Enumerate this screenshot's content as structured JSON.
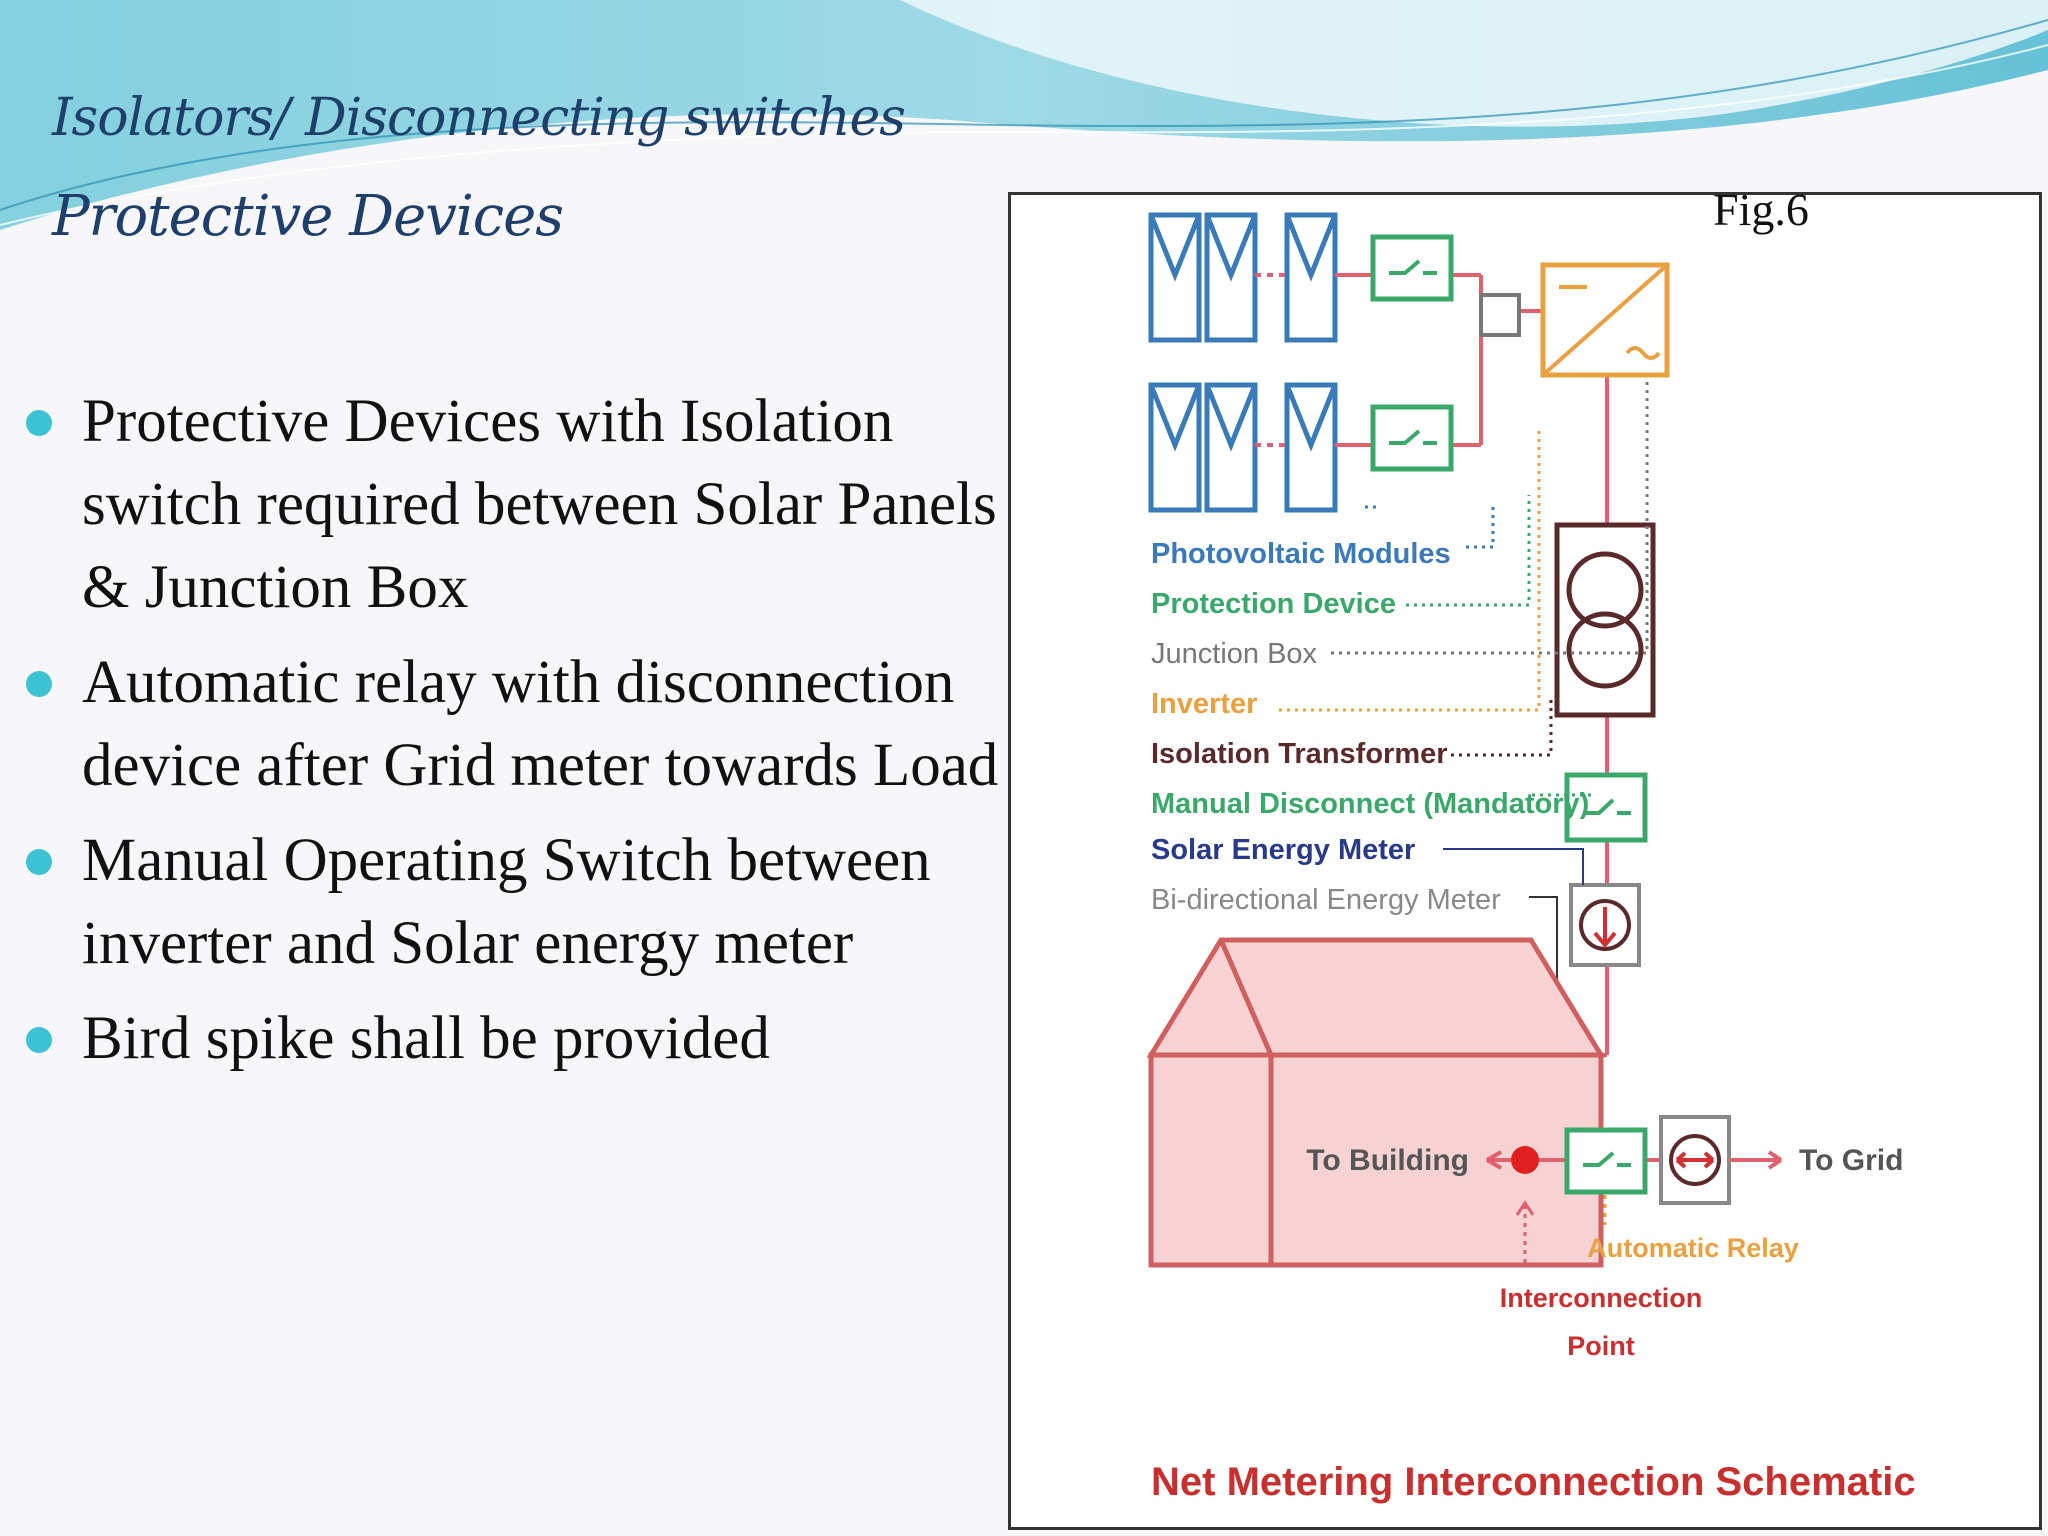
{
  "slide": {
    "title_line1": "Isolators/ Disconnecting switches",
    "title_line2": "Protective Devices",
    "bullets": [
      "Protective Devices with Isolation switch required between Solar Panels & Junction Box",
      "Automatic relay with disconnection device after Grid meter towards Load",
      "Manual Operating Switch between  inverter and Solar energy meter",
      "Bird spike shall be provided"
    ],
    "bullet_color": "#3cc3d3",
    "title_color": "#1f3f6b"
  },
  "figure": {
    "fig_label": "Fig.6",
    "caption": "Net Metering Interconnection Schematic",
    "legend": {
      "pv_modules": "Photovoltaic Modules",
      "protection_device": "Protection Device",
      "junction_box": "Junction Box",
      "inverter": "Inverter",
      "isolation_transformer": "Isolation Transformer",
      "manual_disconnect": "Manual Disconnect (Mandatory)",
      "solar_meter": "Solar Energy Meter",
      "bidirectional_meter": "Bi-directional Energy Meter"
    },
    "to_building": "To Building",
    "to_grid": "To Grid",
    "automatic_relay": "Automatic Relay",
    "interconnection_line1": "Interconnection",
    "interconnection_line2": "Point",
    "colors": {
      "pv": "#3a7ab8",
      "protection": "#3aa86a",
      "junction": "#777777",
      "inverter": "#e8a040",
      "transformer": "#5a2a2a",
      "manual": "#3aa86a",
      "solar_meter": "#2a3a8a",
      "bidirectional": "#888888",
      "wire": "#e06070",
      "building_fill": "#f6d2d2",
      "building_stroke": "#d06060",
      "caption": "#c83030"
    }
  }
}
